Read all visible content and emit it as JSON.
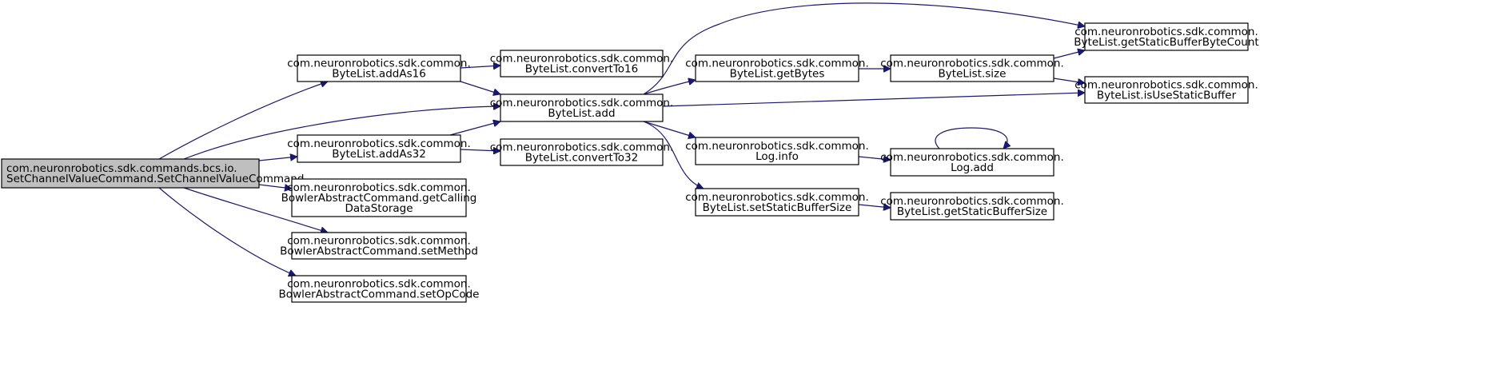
{
  "graph": {
    "nodes": [
      {
        "id": "root",
        "lines": [
          "com.neuronrobotics.sdk.commands.bcs.io.",
          "SetChannelValueCommand.SetChannelValueCommand"
        ],
        "highlight": true
      },
      {
        "id": "addAs16",
        "lines": [
          "com.neuronrobotics.sdk.common.",
          "ByteList.addAs16"
        ]
      },
      {
        "id": "addAs32",
        "lines": [
          "com.neuronrobotics.sdk.common.",
          "ByteList.addAs32"
        ]
      },
      {
        "id": "getCallingDataStorage",
        "lines": [
          "com.neuronrobotics.sdk.common.",
          "BowlerAbstractCommand.getCalling",
          "DataStorage"
        ]
      },
      {
        "id": "setMethod",
        "lines": [
          "com.neuronrobotics.sdk.common.",
          "BowlerAbstractCommand.setMethod"
        ]
      },
      {
        "id": "setOpCode",
        "lines": [
          "com.neuronrobotics.sdk.common.",
          "BowlerAbstractCommand.setOpCode"
        ]
      },
      {
        "id": "convertTo16",
        "lines": [
          "com.neuronrobotics.sdk.common.",
          "ByteList.convertTo16"
        ]
      },
      {
        "id": "add",
        "lines": [
          "com.neuronrobotics.sdk.common.",
          "ByteList.add"
        ]
      },
      {
        "id": "convertTo32",
        "lines": [
          "com.neuronrobotics.sdk.common.",
          "ByteList.convertTo32"
        ]
      },
      {
        "id": "getBytes",
        "lines": [
          "com.neuronrobotics.sdk.common.",
          "ByteList.getBytes"
        ]
      },
      {
        "id": "logInfo",
        "lines": [
          "com.neuronrobotics.sdk.common.",
          "Log.info"
        ]
      },
      {
        "id": "setStaticBufferSize",
        "lines": [
          "com.neuronrobotics.sdk.common.",
          "ByteList.setStaticBufferSize"
        ]
      },
      {
        "id": "size",
        "lines": [
          "com.neuronrobotics.sdk.common.",
          "ByteList.size"
        ]
      },
      {
        "id": "logAdd",
        "lines": [
          "com.neuronrobotics.sdk.common.",
          "Log.add"
        ]
      },
      {
        "id": "getStaticBufferSize",
        "lines": [
          "com.neuronrobotics.sdk.common.",
          "ByteList.getStaticBufferSize"
        ]
      },
      {
        "id": "getStaticBufferByteCount",
        "lines": [
          "com.neuronrobotics.sdk.common.",
          "ByteList.getStaticBufferByteCount"
        ]
      },
      {
        "id": "isUseStaticBuffer",
        "lines": [
          "com.neuronrobotics.sdk.common.",
          "ByteList.isUseStaticBuffer"
        ]
      }
    ],
    "edges": [
      {
        "from": "root",
        "to": "addAs16"
      },
      {
        "from": "root",
        "to": "add"
      },
      {
        "from": "root",
        "to": "addAs32"
      },
      {
        "from": "root",
        "to": "getCallingDataStorage"
      },
      {
        "from": "root",
        "to": "setMethod"
      },
      {
        "from": "root",
        "to": "setOpCode"
      },
      {
        "from": "addAs16",
        "to": "convertTo16"
      },
      {
        "from": "addAs16",
        "to": "add"
      },
      {
        "from": "addAs32",
        "to": "add"
      },
      {
        "from": "addAs32",
        "to": "convertTo32"
      },
      {
        "from": "add",
        "to": "getStaticBufferByteCount"
      },
      {
        "from": "add",
        "to": "getBytes"
      },
      {
        "from": "add",
        "to": "isUseStaticBuffer"
      },
      {
        "from": "add",
        "to": "logInfo"
      },
      {
        "from": "add",
        "to": "setStaticBufferSize"
      },
      {
        "from": "getBytes",
        "to": "size"
      },
      {
        "from": "size",
        "to": "getStaticBufferByteCount"
      },
      {
        "from": "size",
        "to": "isUseStaticBuffer"
      },
      {
        "from": "logInfo",
        "to": "logAdd"
      },
      {
        "from": "logAdd",
        "to": "logAdd"
      },
      {
        "from": "setStaticBufferSize",
        "to": "getStaticBufferSize"
      }
    ]
  }
}
